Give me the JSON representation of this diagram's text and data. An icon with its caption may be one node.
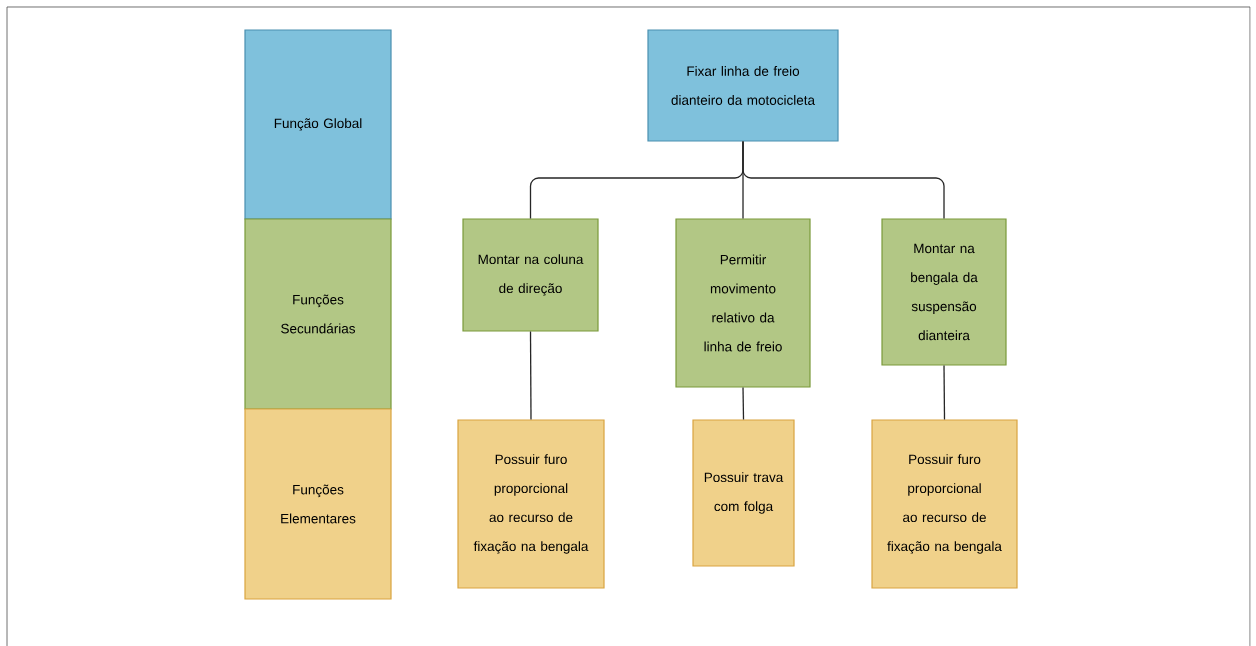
{
  "diagram": {
    "nodes": [
      {
        "text": [
          "Função Global"
        ]
      },
      {
        "text": [
          "Funções Secundárias"
        ]
      },
      {
        "text": [
          "Funções Elementares"
        ]
      },
      {
        "text": [
          "Fixar linha de freio dianteiro da motocicleta"
        ]
      },
      {
        "text": [
          "Montar na coluna de direção"
        ]
      },
      {
        "text": [
          "Permitir movimento relativo da linha de freio"
        ]
      },
      {
        "text": [
          "Montar na bengala da suspensão dianteira"
        ]
      },
      {
        "text": [
          "Possuir furo proporcional ao recurso de fixação na bengala"
        ]
      },
      {
        "text": [
          "Possuir trava com folga"
        ]
      },
      {
        "text": [
          "Possuir furo proporcional ao recurso de fixação na bengala"
        ]
      }
    ],
    "edges": [
      {
        "from": 3,
        "to": 4,
        "arrow": "none"
      },
      {
        "from": 3,
        "to": 5,
        "arrow": "none"
      },
      {
        "from": 3,
        "to": 6,
        "arrow": "none"
      },
      {
        "from": 4,
        "to": 7,
        "arrow": "none"
      },
      {
        "from": 5,
        "to": 8,
        "arrow": "none"
      },
      {
        "from": 6,
        "to": 9,
        "arrow": "none"
      }
    ]
  }
}
